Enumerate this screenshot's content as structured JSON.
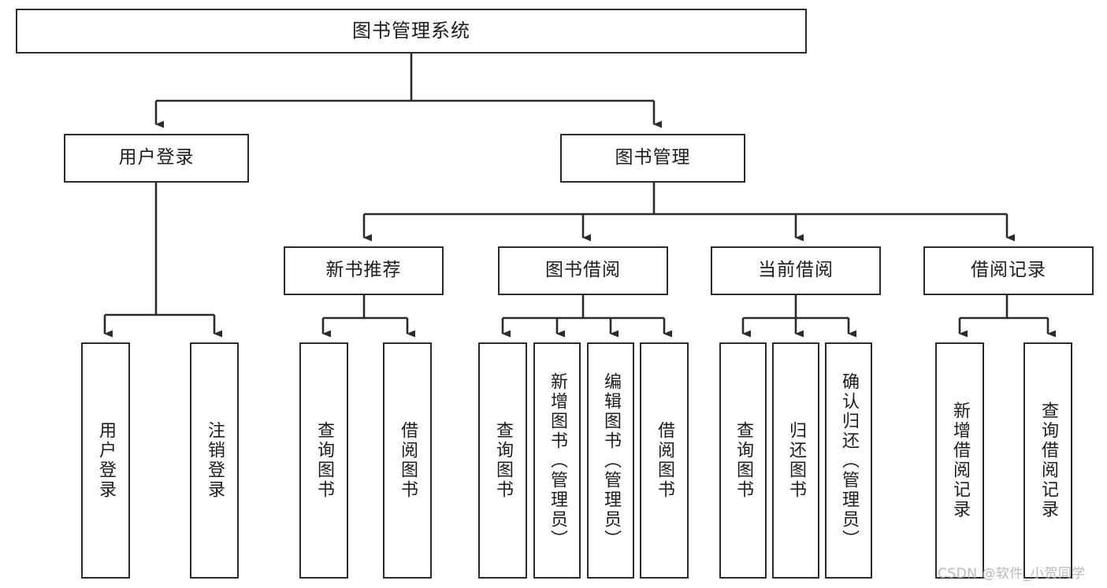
{
  "diagram": {
    "title": "图书管理系统",
    "type": "tree-hierarchy",
    "root": {
      "label": "图书管理系统"
    },
    "level2": [
      {
        "label": "用户登录"
      },
      {
        "label": "图书管理"
      }
    ],
    "level3": [
      {
        "label": "新书推荐"
      },
      {
        "label": "图书借阅"
      },
      {
        "label": "当前借阅"
      },
      {
        "label": "借阅记录"
      }
    ],
    "leaves": {
      "user_login": [
        {
          "label": "用户登录"
        },
        {
          "label": "注销登录"
        }
      ],
      "new_book_recommend": [
        {
          "label": "查询图书"
        },
        {
          "label": "借阅图书"
        }
      ],
      "book_borrow": [
        {
          "label": "查询图书"
        },
        {
          "label": "新增图书（管理员）"
        },
        {
          "label": "编辑图书（管理员）"
        },
        {
          "label": "借阅图书"
        }
      ],
      "current_borrow": [
        {
          "label": "查询图书"
        },
        {
          "label": "归还图书"
        },
        {
          "label": "确认归还（管理员）"
        }
      ],
      "borrow_records": [
        {
          "label": "新增借阅记录"
        },
        {
          "label": "查询借阅记录"
        }
      ]
    }
  },
  "watermark": {
    "text": "CSDN @软件_小贺同学"
  },
  "colors": {
    "stroke": "#2b2b2b",
    "background": "#ffffff",
    "text": "#1c1c1c",
    "watermark": "#b9b9b9"
  }
}
